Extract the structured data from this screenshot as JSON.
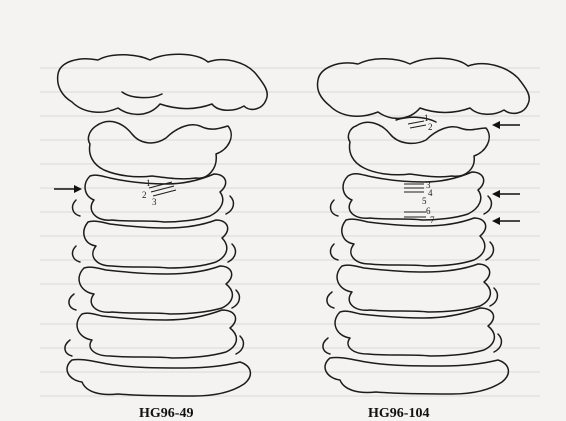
{
  "specimens": [
    {
      "id": "HG96-49",
      "label": "HG96-49",
      "marks": [
        "1",
        "2",
        "3"
      ]
    },
    {
      "id": "HG96-104",
      "label": "HG96-104",
      "marks": [
        "1",
        "2",
        "3",
        "4",
        "5",
        "6",
        "7"
      ]
    }
  ]
}
